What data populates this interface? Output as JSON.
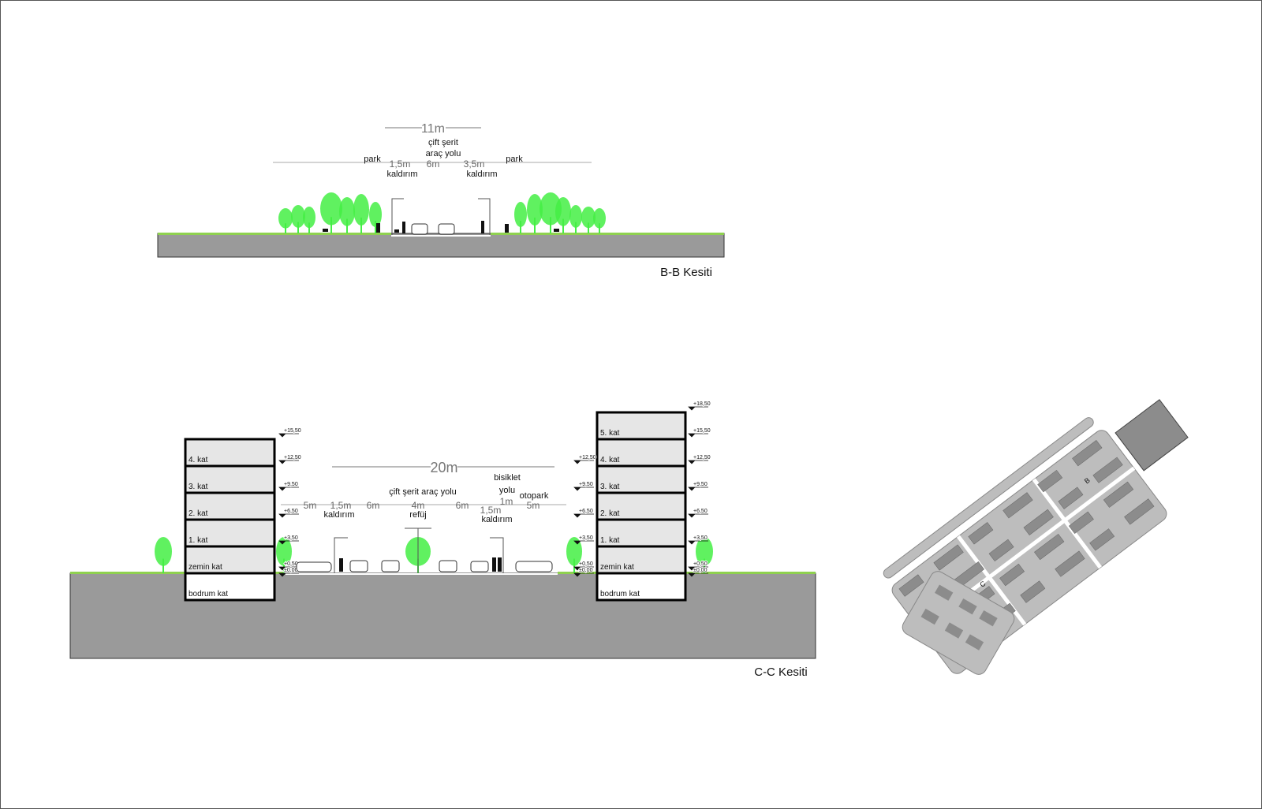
{
  "colors": {
    "ground": "#9a9a9a",
    "grass": "#8fd14f",
    "tree": "#44ee44",
    "floor": "#e6e6e6",
    "plan": "#bdbdbd",
    "plan_block": "#8c8c8c"
  },
  "bb": {
    "title": "B-B Kesiti",
    "total": "11m",
    "road_label_1": "çift şerit",
    "road_label_2": "araç yolu",
    "road_width": "6m",
    "left_park": "park",
    "right_park": "park",
    "left_walk_width": "1,5m",
    "left_walk": "kaldırım",
    "right_walk_width": "3,5m",
    "right_walk": "kaldırım"
  },
  "cc": {
    "title": "C-C Kesiti",
    "total": "20m",
    "road_label": "çift şerit araç yolu",
    "seg_5m_left": "5m",
    "seg_walk_left": "1,5m",
    "walk_left": "kaldırım",
    "seg_6m_left": "6m",
    "seg_median": "4m",
    "median": "refüj",
    "seg_6m_right": "6m",
    "seg_walk_right": "1,5m",
    "walk_right": "kaldırım",
    "seg_bike": "1m",
    "bike_1": "bisiklet",
    "bike_2": "yolu",
    "parking": "otopark",
    "seg_5m_right": "5m",
    "left_building": {
      "floors": [
        "4. kat",
        "3. kat",
        "2. kat",
        "1. kat",
        "zemin kat",
        "bodrum kat"
      ],
      "elevations": [
        "+15,50",
        "+12,50",
        "+9,50",
        "+6,50",
        "+3,50",
        "+0,50",
        "±0,00"
      ]
    },
    "right_building": {
      "floors": [
        "5. kat",
        "4. kat",
        "3. kat",
        "2. kat",
        "1. kat",
        "zemin kat",
        "bodrum kat"
      ],
      "elevations_left": [
        "+12,50",
        "+9,50",
        "+6,50",
        "+3,50",
        "+0,50",
        "±0,00"
      ],
      "elevations_right": [
        "+18,50",
        "+15,50",
        "+12,50",
        "+9,50",
        "+6,50",
        "+3,50",
        "+0,50",
        "±0,00"
      ]
    }
  },
  "plan": {
    "marker_b": "B",
    "marker_c": "C"
  }
}
